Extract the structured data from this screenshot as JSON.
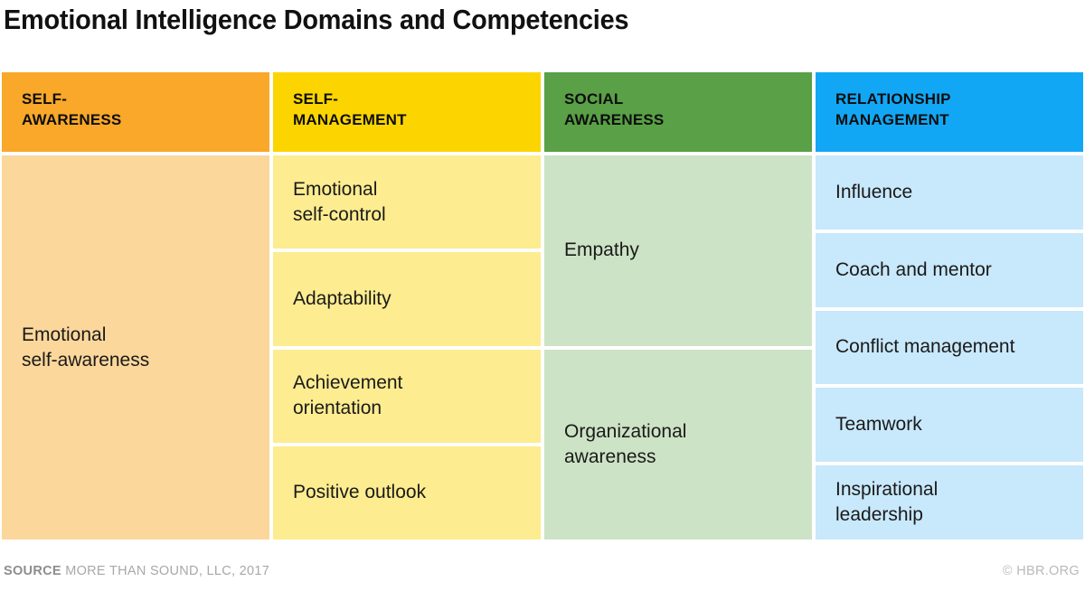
{
  "title": "Emotional Intelligence Domains and Competencies",
  "matrix": {
    "columns": [
      {
        "key": "self-awareness",
        "header_line1": "SELF-",
        "header_line2": "AWARENESS",
        "header_color": "#f9a82a",
        "body_color": "#fbd79b",
        "cells": [
          {
            "line1": "Emotional",
            "line2": "self-awareness"
          }
        ]
      },
      {
        "key": "self-management",
        "header_line1": "SELF-",
        "header_line2": "MANAGEMENT",
        "header_color": "#fcd500",
        "body_color": "#fdec90",
        "cells": [
          {
            "line1": "Emotional",
            "line2": "self-control"
          },
          {
            "line1": "Adaptability",
            "line2": ""
          },
          {
            "line1": "Achievement",
            "line2": "orientation"
          },
          {
            "line1": "Positive outlook",
            "line2": ""
          }
        ]
      },
      {
        "key": "social-awareness",
        "header_line1": "SOCIAL",
        "header_line2": "AWARENESS",
        "header_color": "#59a046",
        "body_color": "#cce3c5",
        "cells": [
          {
            "line1": "Empathy",
            "line2": ""
          },
          {
            "line1": "Organizational",
            "line2": "awareness"
          }
        ]
      },
      {
        "key": "relationship-management",
        "header_line1": "RELATIONSHIP",
        "header_line2": "MANAGEMENT",
        "header_color": "#12a7f5",
        "body_color": "#c8e8fb",
        "cells": [
          {
            "line1": "Influence",
            "line2": ""
          },
          {
            "line1": "Coach and mentor",
            "line2": ""
          },
          {
            "line1": "Conflict management",
            "line2": ""
          },
          {
            "line1": "Teamwork",
            "line2": ""
          },
          {
            "line1": "Inspirational",
            "line2": "leadership"
          }
        ]
      }
    ]
  },
  "footer": {
    "source_label": "SOURCE",
    "source_text": "MORE THAN SOUND, LLC, 2017",
    "credit": "© HBR.ORG"
  }
}
